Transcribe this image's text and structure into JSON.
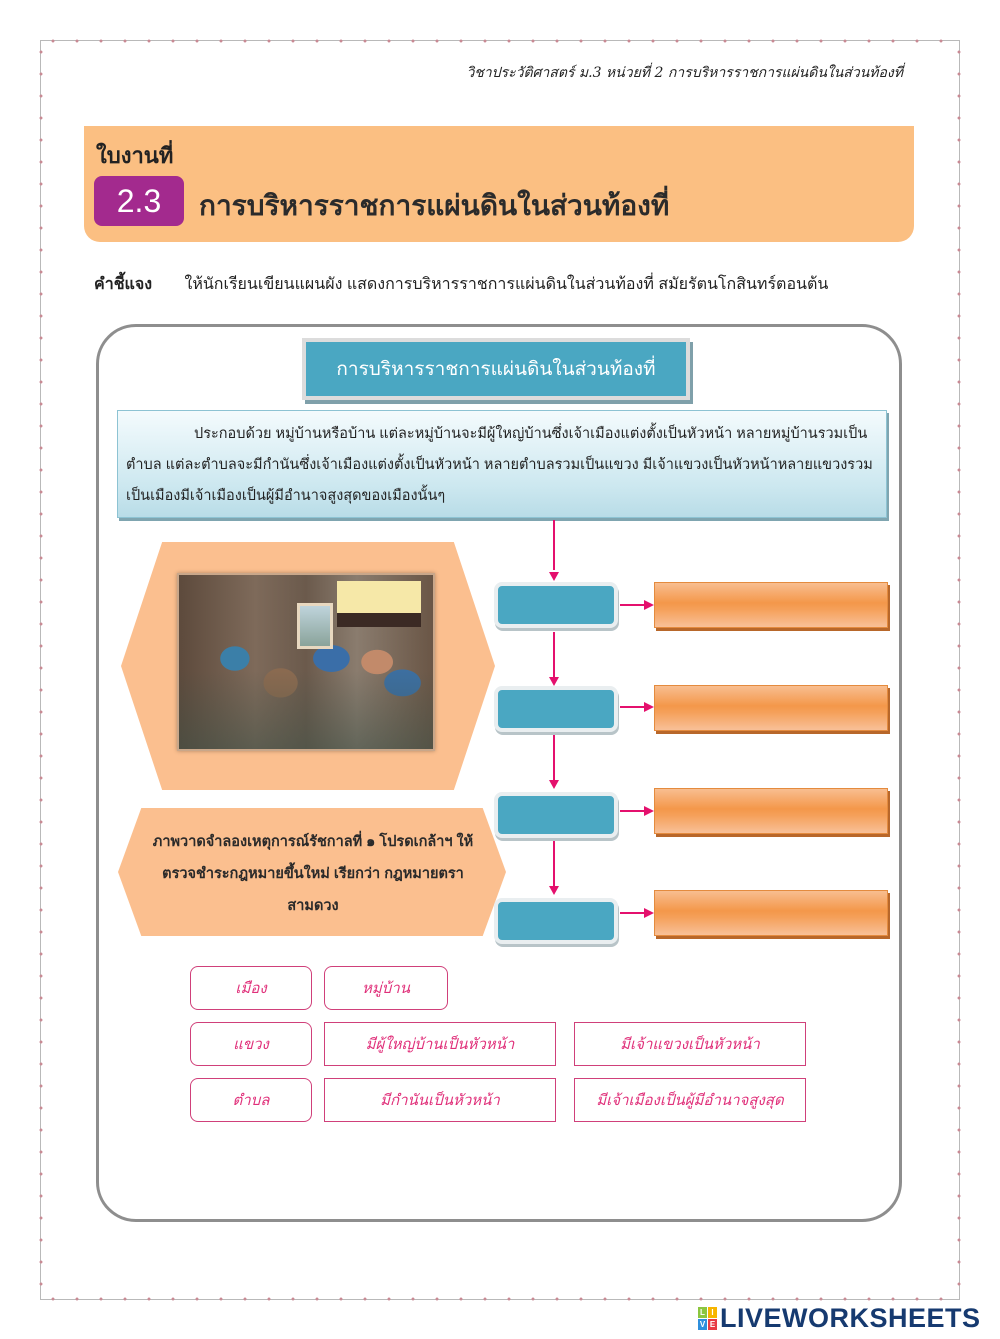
{
  "header": {
    "running_title": "วิชาประวัติศาสตร์ ม.3 หน่วยที่ 2 การบริหารราชการแผ่นดินในส่วนท้องที่"
  },
  "banner": {
    "worksheet_label": "ใบงานที่",
    "worksheet_number": "2.3",
    "title": "การบริหารราชการแผ่นดินในส่วนท้องที่",
    "background_color": "#fbbf82",
    "number_color": "#a32a8e"
  },
  "instructions": {
    "label": "คำชี้แจง",
    "text": "ให้นักเรียนเขียนแผนผัง แสดงการบริหารราชการแผ่นดินในส่วนท้องที่ สมัยรัตนโกสินทร์ตอนต้น"
  },
  "diagram": {
    "topic_header": "การบริหารราชการแผ่นดินในส่วนท้องที่",
    "description": "ประกอบด้วย หมู่บ้านหรือบ้าน แต่ละหมู่บ้านจะมีผู้ใหญ่บ้านซึ่งเจ้าเมืองแต่งตั้งเป็นหัวหน้า หลายหมู่บ้านรวมเป็นตำบล แต่ละตำบลจะมีกำนันซึ่งเจ้าเมืองแต่งตั้งเป็นหัวหน้า หลายตำบลรวมเป็นแขวง มีเจ้าแขวงเป็นหัวหน้าหลายแขวงรวมเป็นเมืองมีเจ้าเมืองเป็นผู้มีอำนาจสูงสุดของเมืองนั้นๆ",
    "image_caption": "ภาพวาดจำลองเหตุการณ์รัชกาลที่ ๑ โปรดเกล้าฯ ให้ตรวจชำระกฎหมายขึ้นใหม่ เรียกว่า กฎหมายตราสามดวง",
    "image_description": "painting-royal-court-scene",
    "levels": [
      {
        "level_drop": "",
        "role_drop": ""
      },
      {
        "level_drop": "",
        "role_drop": ""
      },
      {
        "level_drop": "",
        "role_drop": ""
      },
      {
        "level_drop": "",
        "role_drop": ""
      }
    ],
    "colors": {
      "level_box": "#4aa7c2",
      "role_box": "#f4974a",
      "arrow": "#e4106d"
    }
  },
  "choices": {
    "levels": [
      "เมือง",
      "หมู่บ้าน",
      "แขวง",
      "ตำบล"
    ],
    "roles": [
      "มีผู้ใหญ่บ้านเป็นหัวหน้า",
      "มีเจ้าแขวงเป็นหัวหน้า",
      "มีกำนันเป็นหัวหน้า",
      "มีเจ้าเมืองเป็นผู้มีอำนาจสูงสุด"
    ],
    "text_color": "#e0307a"
  },
  "footer": {
    "logo_letters": [
      "L",
      "I",
      "V",
      "E"
    ],
    "logo_text": "LIVEWORKSHEETS"
  }
}
